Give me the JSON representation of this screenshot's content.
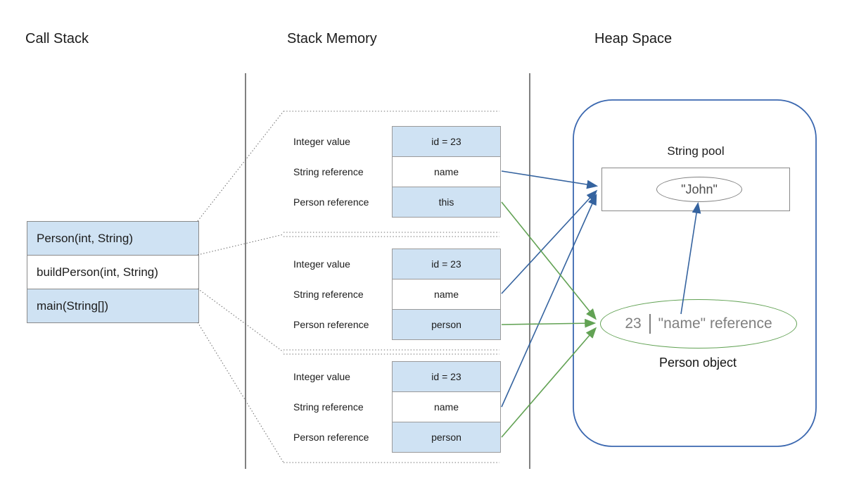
{
  "headings": {
    "call_stack": "Call Stack",
    "stack_memory": "Stack Memory",
    "heap_space": "Heap Space"
  },
  "call_stack": {
    "frames": [
      {
        "label": "Person(int, String)"
      },
      {
        "label": "buildPerson(int, String)"
      },
      {
        "label": "main(String[])"
      }
    ]
  },
  "stack_memory": {
    "frames": [
      {
        "rows": [
          {
            "label": "Integer value",
            "value": "id = 23"
          },
          {
            "label": "String reference",
            "value": "name"
          },
          {
            "label": "Person reference",
            "value": "this"
          }
        ]
      },
      {
        "rows": [
          {
            "label": "Integer value",
            "value": "id = 23"
          },
          {
            "label": "String reference",
            "value": "name"
          },
          {
            "label": "Person reference",
            "value": "person"
          }
        ]
      },
      {
        "rows": [
          {
            "label": "Integer value",
            "value": "id = 23"
          },
          {
            "label": "String reference",
            "value": "name"
          },
          {
            "label": "Person reference",
            "value": "person"
          }
        ]
      }
    ]
  },
  "heap": {
    "string_pool": {
      "label": "String pool",
      "value": "\"John\""
    },
    "person_object": {
      "label": "Person object",
      "id_value": "23",
      "reference_text": "\"name\" reference"
    }
  },
  "colors": {
    "arrow_blue": "#35639f",
    "arrow_green": "#62a254",
    "heap_border": "#3b68b0",
    "cell_fill": "#cfe2f3",
    "divider_gray": "#808080"
  }
}
